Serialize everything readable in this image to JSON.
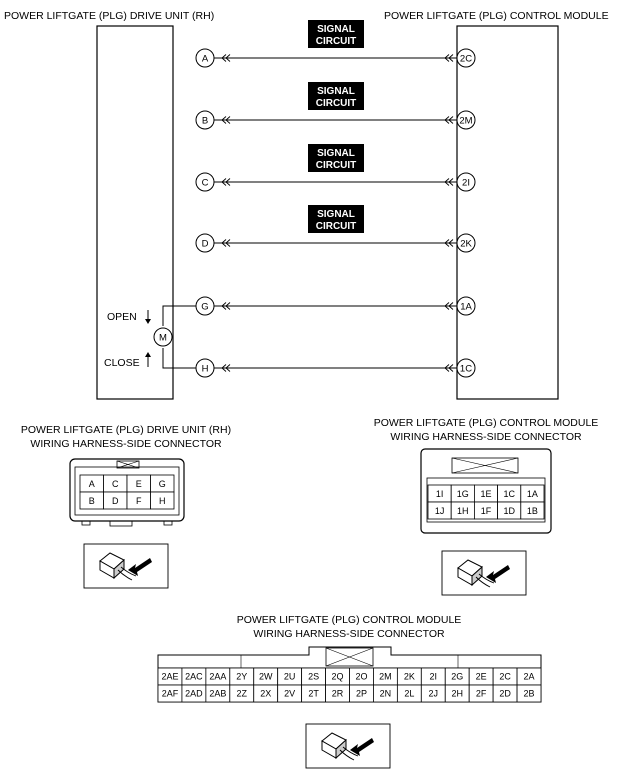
{
  "drive_unit_title": "POWER LIFTGATE (PLG) DRIVE UNIT (RH)",
  "control_module_title": "POWER LIFTGATE (PLG) CONTROL MODULE",
  "signal_label": [
    "SIGNAL",
    "CIRCUIT"
  ],
  "circuits": [
    {
      "left": "A",
      "right": "2C",
      "signal": true
    },
    {
      "left": "B",
      "right": "2M",
      "signal": true
    },
    {
      "left": "C",
      "right": "2I",
      "signal": true
    },
    {
      "left": "D",
      "right": "2K",
      "signal": true
    },
    {
      "left": "G",
      "right": "1A",
      "signal": false
    },
    {
      "left": "H",
      "right": "1C",
      "signal": false
    }
  ],
  "motor": {
    "symbol": "M",
    "open_label": "OPEN",
    "close_label": "CLOSE"
  },
  "drive_connector": {
    "title_lines": [
      "POWER LIFTGATE (PLG) DRIVE UNIT (RH)",
      "WIRING HARNESS-SIDE CONNECTOR"
    ],
    "rows": [
      [
        "A",
        "C",
        "E",
        "G"
      ],
      [
        "B",
        "D",
        "F",
        "H"
      ]
    ]
  },
  "module_connector_1": {
    "title_lines": [
      "POWER LIFTGATE (PLG) CONTROL MODULE",
      "WIRING HARNESS-SIDE CONNECTOR"
    ],
    "rows": [
      [
        "1I",
        "1G",
        "1E",
        "1C",
        "1A"
      ],
      [
        "1J",
        "1H",
        "1F",
        "1D",
        "1B"
      ]
    ]
  },
  "module_connector_2": {
    "title_lines": [
      "POWER LIFTGATE (PLG) CONTROL MODULE",
      "WIRING HARNESS-SIDE CONNECTOR"
    ],
    "rows": [
      [
        "2AE",
        "2AC",
        "2AA",
        "2Y",
        "2W",
        "2U",
        "2S",
        "2Q",
        "2O",
        "2M",
        "2K",
        "2I",
        "2G",
        "2E",
        "2C",
        "2A"
      ],
      [
        "2AF",
        "2AD",
        "2AB",
        "2Z",
        "2X",
        "2V",
        "2T",
        "2R",
        "2P",
        "2N",
        "2L",
        "2J",
        "2H",
        "2F",
        "2D",
        "2B"
      ]
    ]
  },
  "icons": [
    "connector-view-icon",
    "connector-view-icon",
    "connector-view-icon"
  ]
}
